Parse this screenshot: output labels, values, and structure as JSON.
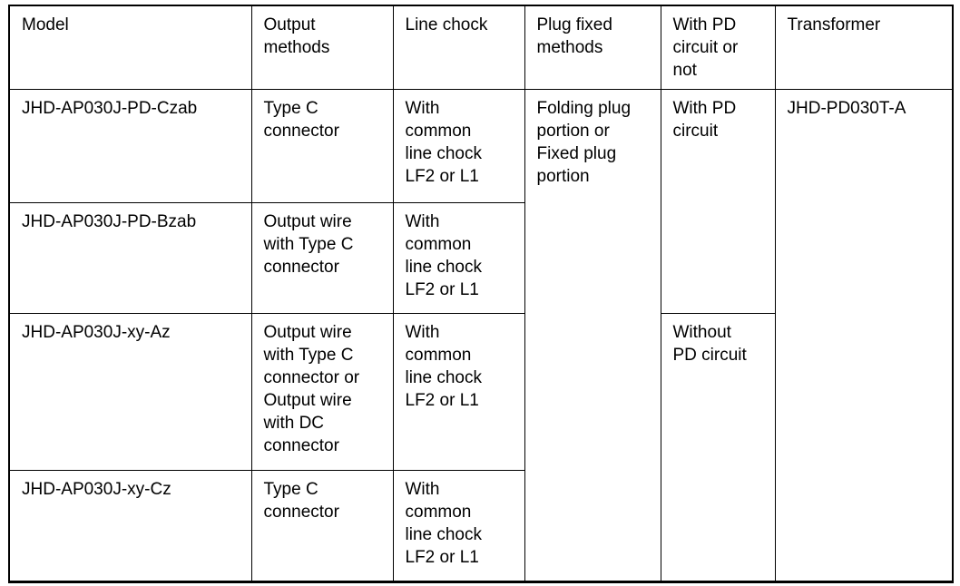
{
  "table": {
    "columns": [
      {
        "key": "model",
        "label": "Model"
      },
      {
        "key": "output",
        "label": "Output\nmethods"
      },
      {
        "key": "line_chock",
        "label": "Line chock"
      },
      {
        "key": "plug_fixed",
        "label": "Plug fixed\nmethods"
      },
      {
        "key": "pd_circuit",
        "label": "With PD\ncircuit or\nnot"
      },
      {
        "key": "transformer",
        "label": "Transformer"
      }
    ],
    "rows": [
      {
        "model": "JHD-AP030J-PD-Czab",
        "output": "Type C\nconnector",
        "line_chock": "With\ncommon\nline chock\nLF2 or L1",
        "plug_fixed": "Folding plug\nportion or\nFixed plug\nportion",
        "pd_circuit": "With PD\ncircuit",
        "transformer": "JHD-PD030T-A"
      },
      {
        "model": "JHD-AP030J-PD-Bzab",
        "output": "Output wire\nwith Type C\nconnector",
        "line_chock": "With\ncommon\nline chock\nLF2 or L1"
      },
      {
        "model": "JHD-AP030J-xy-Az",
        "output": "Output wire\nwith Type C\nconnector or\nOutput wire\nwith DC\nconnector",
        "line_chock": "With\ncommon\nline chock\nLF2 or L1",
        "pd_circuit": "Without\nPD circuit"
      },
      {
        "model": "JHD-AP030J-xy-Cz",
        "output": "Type C\nconnector",
        "line_chock": "With\ncommon\nline chock\nLF2 or L1"
      }
    ]
  },
  "style": {
    "border_color": "#000000",
    "text_color": "#000000",
    "background": "#ffffff"
  }
}
